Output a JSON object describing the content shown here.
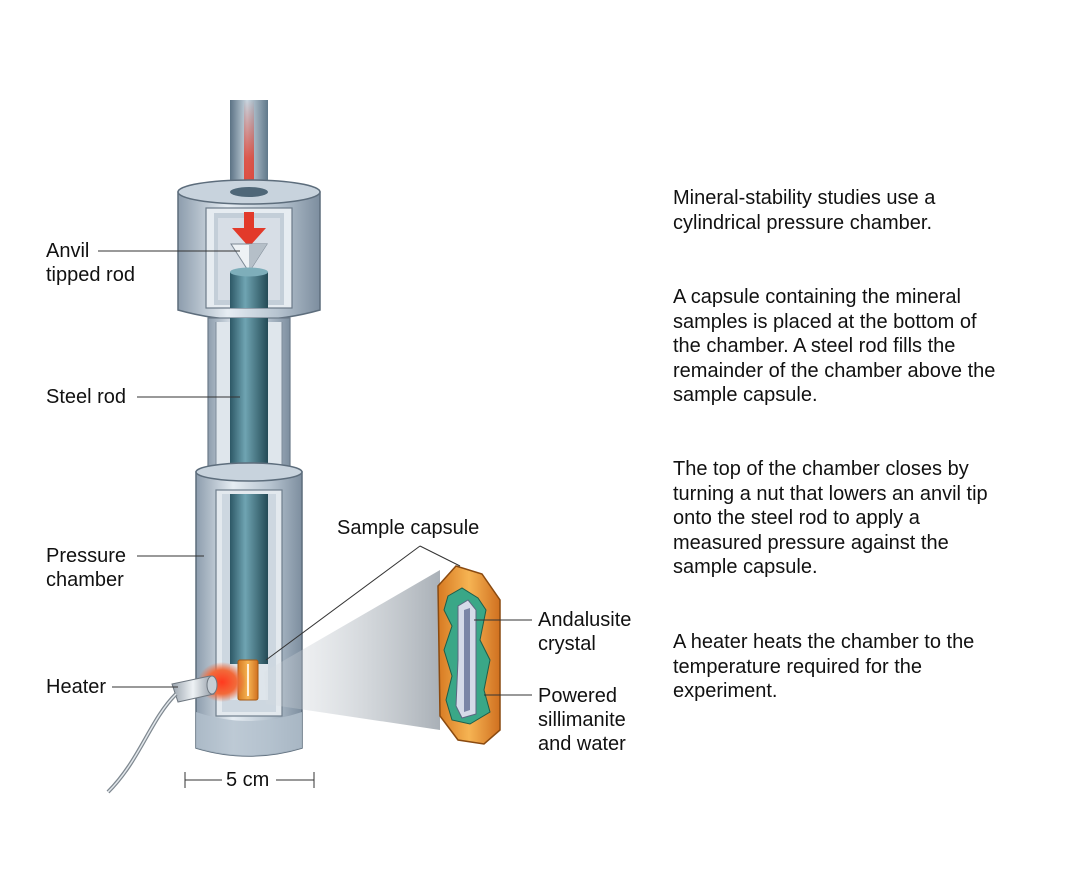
{
  "labels": {
    "anvil": "Anvil\ntipped rod",
    "steel_rod": "Steel rod",
    "pressure_chamber": "Pressure\nchamber",
    "heater": "Heater",
    "sample_capsule": "Sample capsule",
    "andalusite": "Andalusite\ncrystal",
    "sillimanite": "Powered\nsillimanite\nand water",
    "scale": "5 cm"
  },
  "description": [
    "Mineral-stability studies use a\ncylindrical pressure chamber.",
    "A capsule containing the mineral\nsamples is placed at the bottom of\nthe chamber. A steel rod fills the\nremainder of the chamber above the\nsample capsule.",
    "The top of the chamber closes by\nturning a nut that lowers an anvil tip\nonto the steel rod to apply a\nmeasured pressure against the\nsample capsule.",
    "A heater heats the chamber to the\ntemperature required for the\nexperiment."
  ],
  "colors": {
    "steel": "#b9c6d2",
    "rod": "#3e7585",
    "arrow": "#e23a2a",
    "capsule": "#f0a040",
    "andalusite": "#3aa787",
    "heater_glow": "#e8432c"
  }
}
